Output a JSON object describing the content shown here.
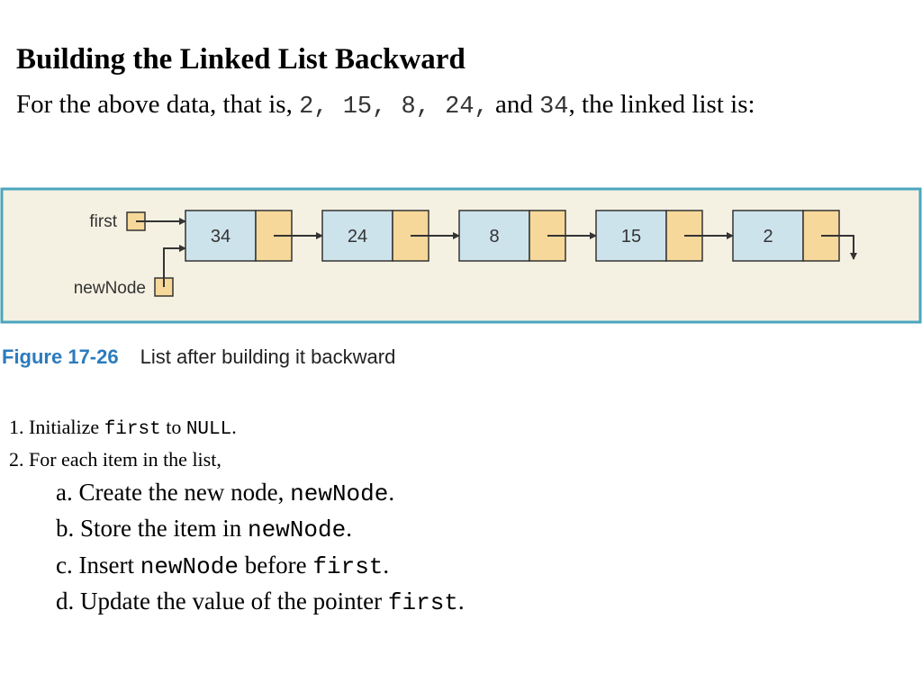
{
  "title": "Building the Linked List Backward",
  "intro": {
    "prefix": "For the above data, that is, ",
    "data_values": "2, 15, 8, 24,",
    "and_word": " and ",
    "last_value": "34",
    "suffix": ", the linked list is:"
  },
  "diagram": {
    "first_label": "first",
    "newnode_label": "newNode",
    "nodes": [
      "34",
      "24",
      "8",
      "15",
      "2"
    ],
    "colors": {
      "background": "#f5f1e2",
      "border": "#4aa6bd",
      "info_cell": "#cde3ec",
      "link_cell": "#f6d89a",
      "stroke": "#333333"
    }
  },
  "caption": {
    "number": "Figure 17-26",
    "text": "List after building it backward"
  },
  "steps": {
    "s1_prefix": "1. Initialize ",
    "s1_code1": "first",
    "s1_mid": " to ",
    "s1_code2": "NULL",
    "s1_end": ".",
    "s2": "2. For each item in the list,",
    "a_prefix": "a. Create the new node, ",
    "a_code": "newNode",
    "a_end": ".",
    "b_prefix": "b. Store the item in ",
    "b_code": "newNode",
    "b_end": ".",
    "c_prefix": "c. Insert ",
    "c_code1": "newNode",
    "c_mid": " before ",
    "c_code2": "first",
    "c_end": ".",
    "d_prefix": "d. Update the value of the pointer ",
    "d_code": "first",
    "d_end": "."
  }
}
